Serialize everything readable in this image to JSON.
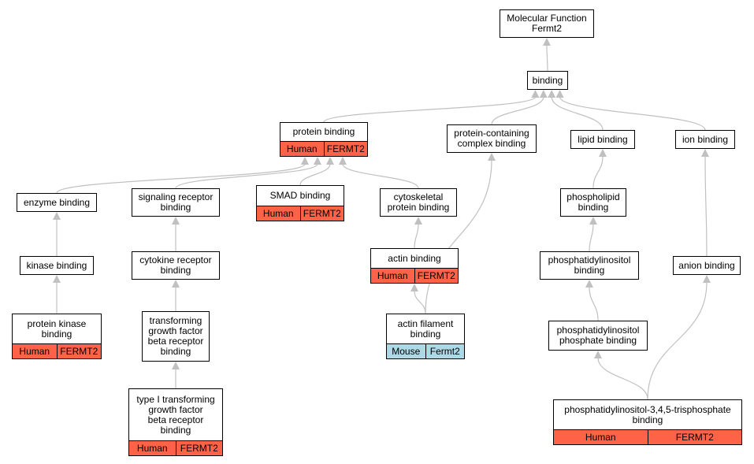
{
  "colors": {
    "edge": "#c0c0c0",
    "human": "#ff6347",
    "mouse": "#add8e6",
    "node_border": "#000000"
  },
  "nodes": {
    "molecular_function": {
      "label": "Molecular Function\nFermt2"
    },
    "binding": {
      "label": "binding"
    },
    "protein_binding": {
      "label": "protein binding",
      "species": "Human",
      "gene": "FERMT2",
      "kind": "human"
    },
    "protein_containing_complex_binding": {
      "label": "protein-containing\ncomplex binding"
    },
    "lipid_binding": {
      "label": "lipid binding"
    },
    "ion_binding": {
      "label": "ion binding"
    },
    "enzyme_binding": {
      "label": "enzyme binding"
    },
    "signaling_receptor_binding": {
      "label": "signaling receptor\nbinding"
    },
    "smad_binding": {
      "label": "SMAD binding",
      "species": "Human",
      "gene": "FERMT2",
      "kind": "human"
    },
    "cytoskeletal_protein_binding": {
      "label": "cytoskeletal\nprotein binding"
    },
    "phospholipid_binding": {
      "label": "phospholipid\nbinding"
    },
    "kinase_binding": {
      "label": "kinase binding"
    },
    "cytokine_receptor_binding": {
      "label": "cytokine receptor\nbinding"
    },
    "actin_binding": {
      "label": "actin binding",
      "species": "Human",
      "gene": "FERMT2",
      "kind": "human"
    },
    "phosphatidylinositol_binding": {
      "label": "phosphatidylinositol\nbinding"
    },
    "anion_binding": {
      "label": "anion binding"
    },
    "protein_kinase_binding": {
      "label": "protein kinase\nbinding",
      "species": "Human",
      "gene": "FERMT2",
      "kind": "human"
    },
    "tgf_beta_receptor_binding": {
      "label": "transforming\ngrowth factor\nbeta receptor\nbinding"
    },
    "actin_filament_binding": {
      "label": "actin filament\nbinding",
      "species": "Mouse",
      "gene": "Fermt2",
      "kind": "mouse"
    },
    "phosphatidylinositol_phosphate_binding": {
      "label": "phosphatidylinositol\nphosphate binding"
    },
    "type_i_tgf_beta_receptor_binding": {
      "label": "type I transforming\ngrowth factor\nbeta receptor\nbinding",
      "species": "Human",
      "gene": "FERMT2",
      "kind": "human"
    },
    "pip3_binding": {
      "label": "phosphatidylinositol-3,4,5-trisphosphate\nbinding",
      "species": "Human",
      "gene": "FERMT2",
      "kind": "human"
    }
  },
  "edges": [
    [
      "binding",
      "molecular_function"
    ],
    [
      "protein_binding",
      "binding"
    ],
    [
      "protein_containing_complex_binding",
      "binding"
    ],
    [
      "lipid_binding",
      "binding"
    ],
    [
      "ion_binding",
      "binding"
    ],
    [
      "enzyme_binding",
      "protein_binding"
    ],
    [
      "signaling_receptor_binding",
      "protein_binding"
    ],
    [
      "smad_binding",
      "protein_binding"
    ],
    [
      "cytoskeletal_protein_binding",
      "protein_binding"
    ],
    [
      "kinase_binding",
      "enzyme_binding"
    ],
    [
      "protein_kinase_binding",
      "kinase_binding"
    ],
    [
      "cytokine_receptor_binding",
      "signaling_receptor_binding"
    ],
    [
      "tgf_beta_receptor_binding",
      "cytokine_receptor_binding"
    ],
    [
      "type_i_tgf_beta_receptor_binding",
      "tgf_beta_receptor_binding"
    ],
    [
      "actin_binding",
      "cytoskeletal_protein_binding"
    ],
    [
      "actin_filament_binding",
      "actin_binding"
    ],
    [
      "actin_filament_binding",
      "protein_containing_complex_binding"
    ],
    [
      "phospholipid_binding",
      "lipid_binding"
    ],
    [
      "phosphatidylinositol_binding",
      "phospholipid_binding"
    ],
    [
      "phosphatidylinositol_phosphate_binding",
      "phosphatidylinositol_binding"
    ],
    [
      "pip3_binding",
      "phosphatidylinositol_phosphate_binding"
    ],
    [
      "anion_binding",
      "ion_binding"
    ],
    [
      "pip3_binding",
      "anion_binding"
    ]
  ]
}
